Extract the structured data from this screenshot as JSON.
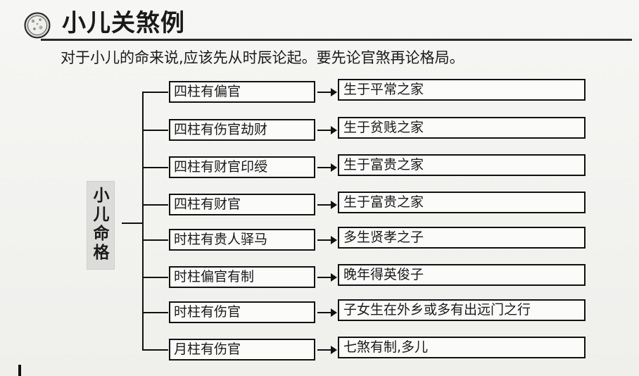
{
  "header": {
    "title": "小儿关煞例",
    "icon": "moon-icon"
  },
  "intro": "对于小儿的命来说,应该先从时辰论起。要先论官煞再论格局。",
  "diagram": {
    "root": "小\n儿\n命\n格",
    "branches": [
      {
        "condition": "四柱有偏官",
        "result": "生于平常之家"
      },
      {
        "condition": "四柱有伤官劫财",
        "result": "生于贫贱之家"
      },
      {
        "condition": "四柱有财官印绶",
        "result": "生于富贵之家"
      },
      {
        "condition": "四柱有财官",
        "result": "生于富贵之家"
      },
      {
        "condition": "时柱有贵人驿马",
        "result": "多生贤孝之子"
      },
      {
        "condition": "时柱偏官有制",
        "result": "晚年得英俊子"
      },
      {
        "condition": "时柱有伤官",
        "result": "子女生在外乡或多有出远门之行"
      },
      {
        "condition": "月柱有伤官",
        "result": "七煞有制,多儿"
      }
    ]
  },
  "colors": {
    "ink": "#111111",
    "paper": "#f2f2f0",
    "root_fill": "#dcdcda"
  }
}
